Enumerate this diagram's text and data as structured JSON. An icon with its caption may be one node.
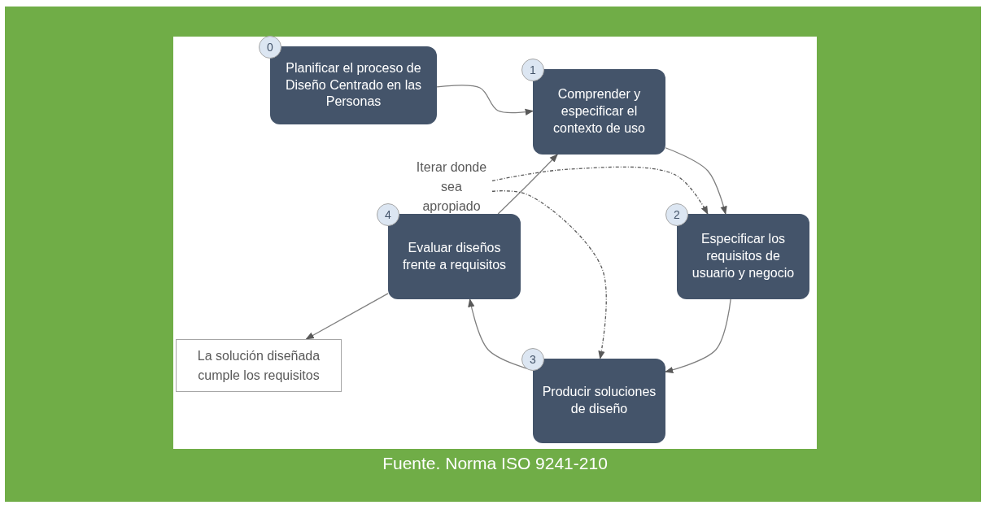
{
  "diagram": {
    "caption": "Fuente. Norma ISO 9241-210",
    "nodes": [
      {
        "text": [
          "Planificar el proceso de Diseño Centrado en las Personas"
        ],
        "beside": [
          "0"
        ]
      },
      {
        "text": [
          "Comprender y especificar el contexto de uso"
        ],
        "beside": [
          "1"
        ]
      },
      {
        "text": [
          "Especificar los requisitos de usuario y negocio"
        ],
        "beside": [
          "2"
        ]
      },
      {
        "text": [
          "Producir soluciones de diseño"
        ],
        "beside": [
          "3"
        ]
      },
      {
        "text": [
          "Evaluar diseños frente a requisitos"
        ],
        "beside": [
          "4"
        ]
      },
      {
        "text": [
          "La solución diseñada cumple los requisitos"
        ]
      },
      {
        "text": [
          "Iterar donde sea apropiado"
        ]
      }
    ],
    "edges": [
      {
        "from": 0,
        "to": 1,
        "arrow": "to"
      },
      {
        "from": 1,
        "to": 2,
        "arrow": "to"
      },
      {
        "from": 2,
        "to": 3,
        "arrow": "to"
      },
      {
        "from": 3,
        "to": 4,
        "arrow": "to"
      },
      {
        "from": 4,
        "to": 1,
        "arrow": "to"
      },
      {
        "from": 4,
        "to": 5,
        "arrow": "to"
      },
      {
        "from": 6,
        "to": 2,
        "arrow": "to",
        "style": "dashed"
      },
      {
        "from": 6,
        "to": 3,
        "arrow": "to",
        "style": "dashed"
      }
    ]
  }
}
